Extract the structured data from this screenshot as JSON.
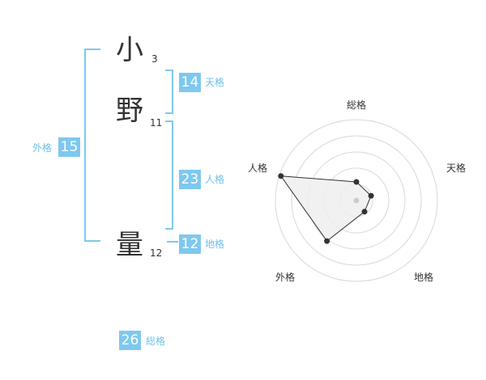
{
  "name_chars": [
    {
      "char": "小",
      "strokes": "3"
    },
    {
      "char": "野",
      "strokes": "11"
    },
    {
      "char": "量",
      "strokes": "12"
    }
  ],
  "scores": {
    "tenkaku": {
      "value": "14",
      "label": "天格"
    },
    "jinkaku": {
      "value": "23",
      "label": "人格"
    },
    "chikaku": {
      "value": "12",
      "label": "地格"
    },
    "gaikaku": {
      "value": "15",
      "label": "外格"
    },
    "soukaku": {
      "value": "26",
      "label": "総格"
    }
  },
  "radar": {
    "axes": [
      "総格",
      "天格",
      "地格",
      "外格",
      "人格"
    ],
    "levels": 5,
    "values": [
      0.23,
      0.19,
      0.17,
      0.62,
      0.98
    ],
    "colors": {
      "ring": "#d8d8d8",
      "fill": "#eeeeee",
      "line": "#333333",
      "center": "#cccccc"
    }
  }
}
